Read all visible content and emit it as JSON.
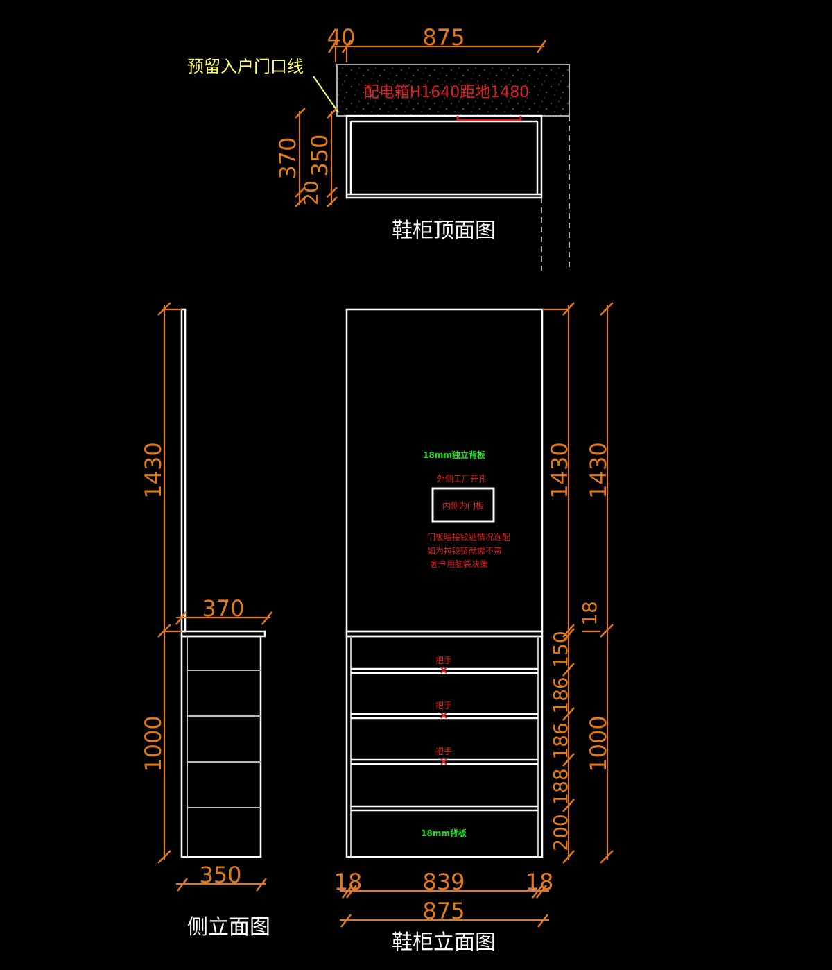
{
  "colors": {
    "background": "#000000",
    "dimension": "#e07a1c",
    "outline": "#ffffff",
    "note_yellow": "#ffff66",
    "note_red": "#e02020",
    "note_green": "#22dd22"
  },
  "top_view": {
    "title": "鞋柜顶面图",
    "door_line_note": "预留入户门口线",
    "panel_note": "配电箱H1640距地1480",
    "dims": {
      "top_left": "40",
      "top_width": "875",
      "depth_total": "370",
      "depth_body": "350",
      "depth_door": "20"
    }
  },
  "side_view": {
    "title": "侧立面图",
    "dims": {
      "upper_height": "1430",
      "lower_height": "1000",
      "top_depth": "370",
      "bottom_depth": "350"
    }
  },
  "front_view": {
    "title": "鞋柜立面图",
    "notes": {
      "green_top": "18mm独立背板",
      "red_1": "外侧工厂开孔",
      "box": "内侧为门板",
      "red_2": "门板暗接铰链情况选配",
      "red_3": "如为拉铰链就需不带",
      "red_4": "客户用脑袋决策",
      "drawer_label": "把手",
      "green_bottom": "18mm背板"
    },
    "dims": {
      "right_inner_upper": "1430",
      "right_outer_upper": "1430",
      "right_outer_lower": "1000",
      "shelf_top": "18",
      "d1": "150",
      "d2": "186",
      "d3": "186",
      "d4": "188",
      "d5": "200",
      "bottom_left": "18",
      "bottom_inner": "839",
      "bottom_right": "18",
      "bottom_total": "875"
    }
  }
}
